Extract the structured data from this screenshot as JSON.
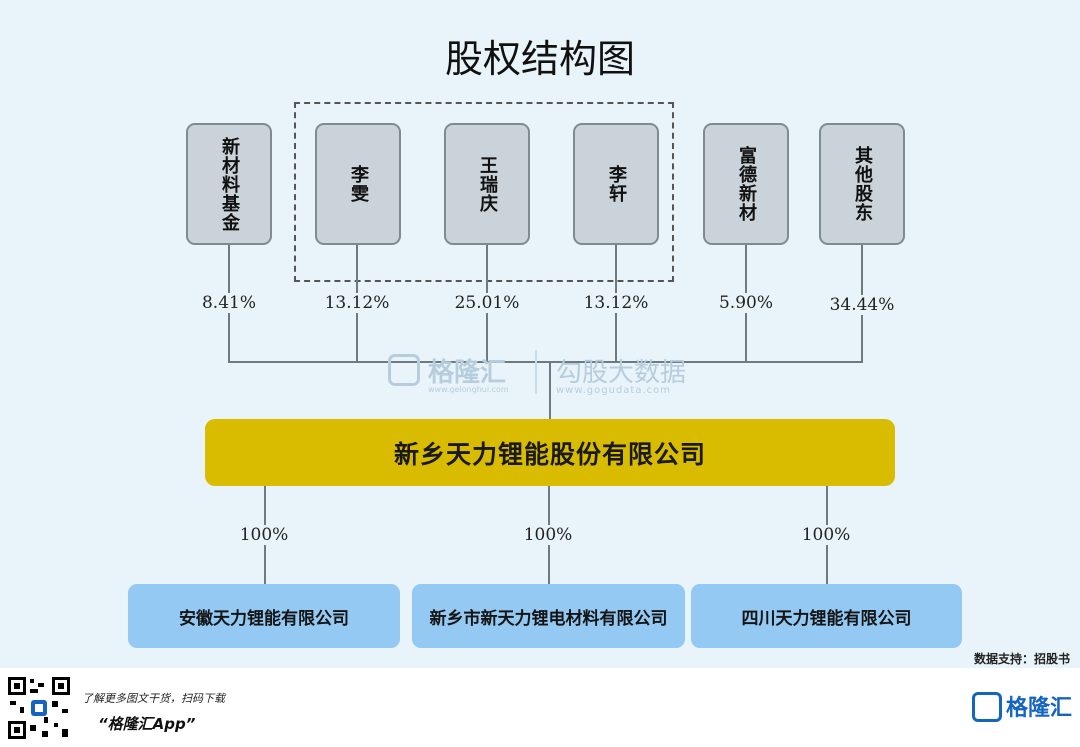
{
  "title": "股权结构图",
  "shareholders": [
    {
      "name": "新材料基金",
      "percent": "8.41%"
    },
    {
      "name": "李雯",
      "percent": "13.12%"
    },
    {
      "name": "王瑞庆",
      "percent": "25.01%"
    },
    {
      "name": "李轩",
      "percent": "13.12%"
    },
    {
      "name": "富德新材",
      "percent": "5.90%"
    },
    {
      "name": "其他股东",
      "percent": "34.44%"
    }
  ],
  "parent_company": "新乡天力锂能股份有限公司",
  "subsidiaries": [
    {
      "name": "安徽天力锂能有限公司",
      "percent": "100%"
    },
    {
      "name": "新乡市新天力锂电材料有限公司",
      "percent": "100%"
    },
    {
      "name": "四川天力锂能有限公司",
      "percent": "100%"
    }
  ],
  "watermark": {
    "brand_cn": "格隆汇",
    "brand_url": "www.gelonghui.com",
    "partner_cn": "勾股大数据",
    "partner_url": "www.gogudata.com"
  },
  "source": "数据支持：招股书",
  "footer": {
    "tagline": "了解更多图文干货，扫码下载",
    "app_name": "“格隆汇App”",
    "logo_text": "格隆汇"
  },
  "colors": {
    "panel_bg": "#e8f4fa",
    "shareholder_box": "#c9d3d9",
    "parent_box": "#d9bc00",
    "subsidiary_box": "#93c9f3",
    "logo_blue": "#1565c0"
  }
}
